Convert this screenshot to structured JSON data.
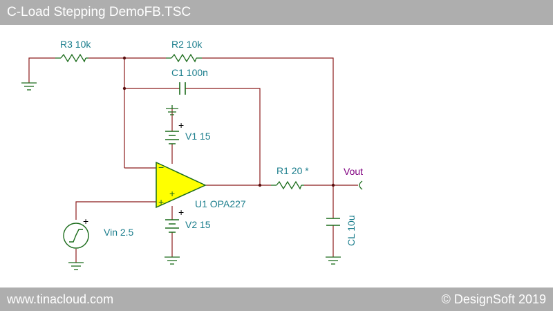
{
  "window": {
    "title": "C-Load Stepping DemoFB.TSC"
  },
  "footer": {
    "left_text": "www.tinacloud.com",
    "right_text": "© DesignSoft 2019"
  },
  "colors": {
    "wire": "#8b1a1a",
    "component": "#1a6b1a",
    "label": "#1a7d8c",
    "node_label": "#800080",
    "opamp_fill": "#ffff00",
    "bar": "#aeaeae"
  },
  "components": {
    "r3": "R3 10k",
    "r2": "R2 10k",
    "c1": "C1 100n",
    "v1": "V1 15",
    "v2": "V2 15",
    "u1": "U1 OPA227",
    "r1": "R1 20 *",
    "cl": "CL 10u",
    "vin": "Vin 2.5",
    "vout": "Vout"
  },
  "symbols": {
    "plus": "+",
    "minus": "−"
  }
}
